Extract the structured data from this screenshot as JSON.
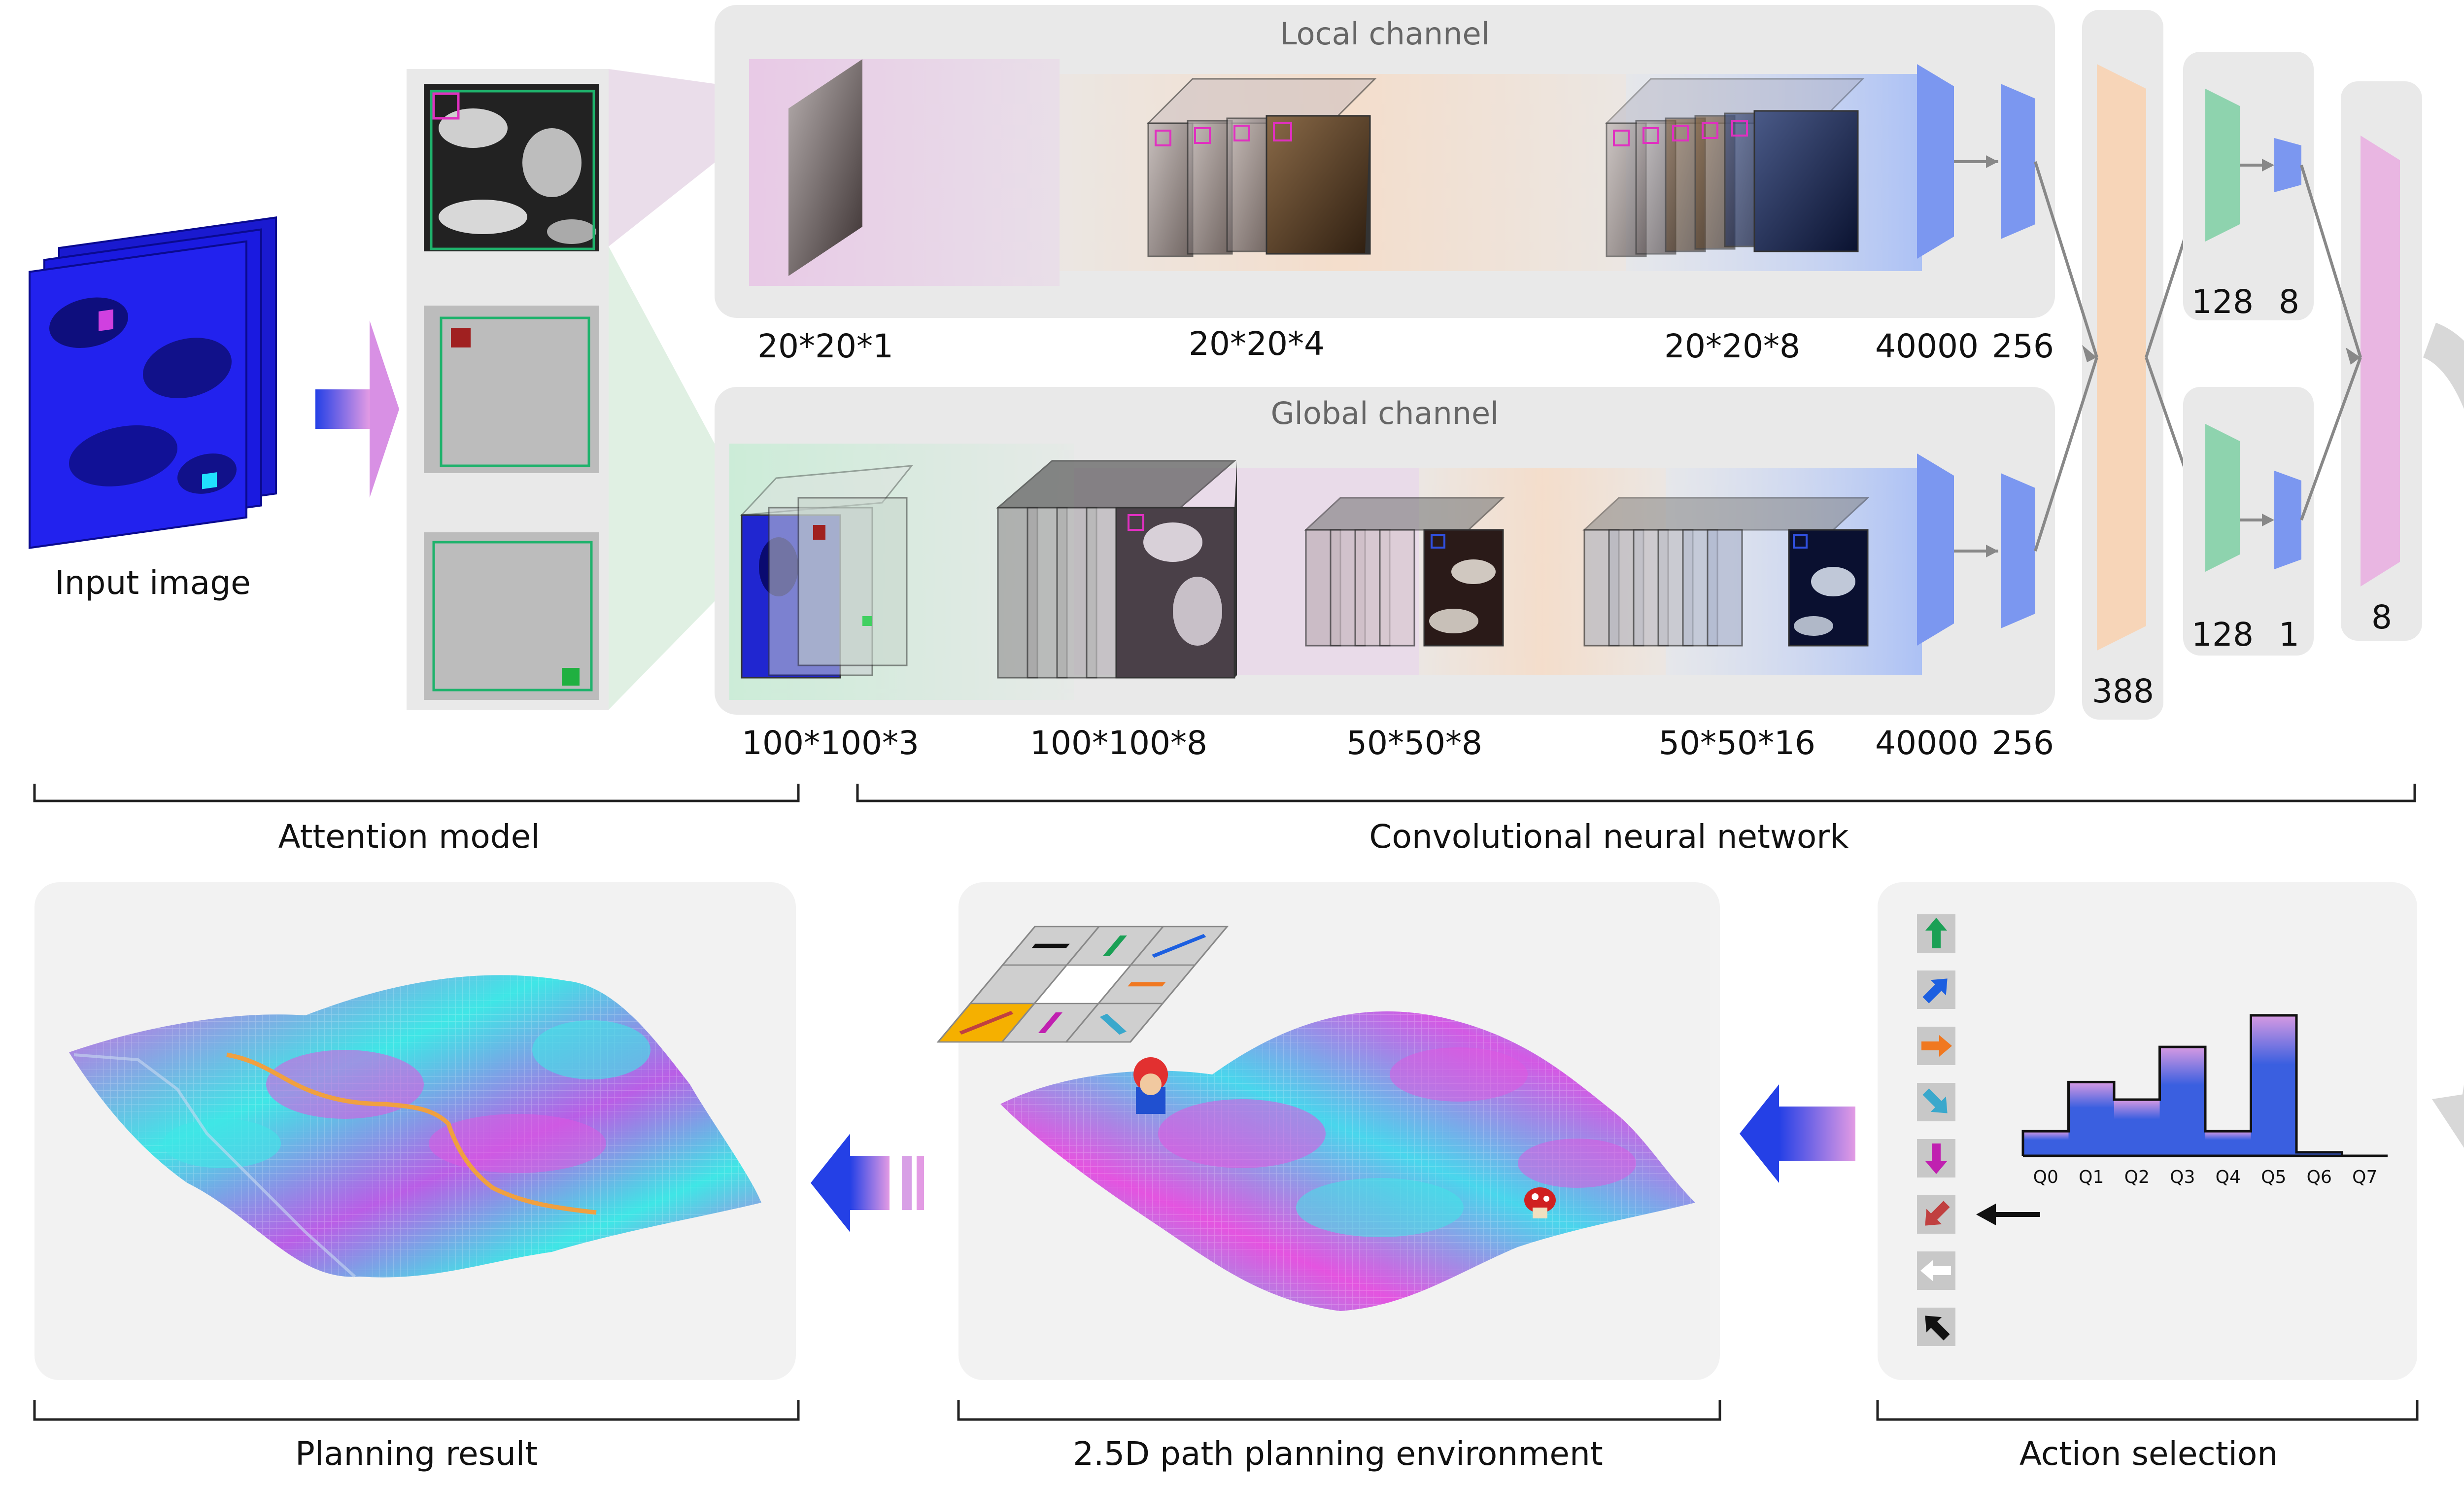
{
  "input": {
    "label": "Input image"
  },
  "channels": {
    "local": {
      "title": "Local channel",
      "dims": [
        "20*20*1",
        "20*20*4",
        "20*20*8",
        "40000",
        "256"
      ]
    },
    "global": {
      "title": "Global channel",
      "dims": [
        "100*100*3",
        "100*100*8",
        "50*50*8",
        "50*50*16",
        "40000",
        "256"
      ]
    }
  },
  "fc": {
    "merge": "388",
    "head_a": [
      "128",
      "8"
    ],
    "head_b": [
      "128",
      "1"
    ],
    "out": "8"
  },
  "sections": {
    "attention": "Attention model",
    "cnn": "Convolutional neural network",
    "planning_result": "Planning result",
    "environment": "2.5D path planning environment",
    "action_selection": "Action selection"
  },
  "action_selection": {
    "arrows": [
      {
        "icon": "arrow-up-icon",
        "color": "#1aa055"
      },
      {
        "icon": "arrow-up-right-icon",
        "color": "#1c5fe0"
      },
      {
        "icon": "arrow-right-icon",
        "color": "#f07820"
      },
      {
        "icon": "arrow-down-right-icon",
        "color": "#3aa8cc"
      },
      {
        "icon": "arrow-down-icon",
        "color": "#c020b0"
      },
      {
        "icon": "arrow-down-left-icon",
        "color": "#c04040"
      },
      {
        "icon": "arrow-left-icon",
        "color": "#ffffff"
      },
      {
        "icon": "arrow-up-left-icon",
        "color": "#111111"
      }
    ],
    "selected_index": 5
  },
  "chart_data": {
    "type": "bar",
    "categories": [
      "Q0",
      "Q1",
      "Q2",
      "Q3",
      "Q4",
      "Q5",
      "Q6",
      "Q7"
    ],
    "values": [
      0.35,
      1.05,
      0.8,
      1.55,
      0.35,
      2.0,
      0.05,
      0.0
    ]
  },
  "colors": {
    "panel": "#e9e9e9",
    "fc_blue": "#7b97f0",
    "fc_green": "#8ed3ae",
    "fc_orange": "#f7d5b8",
    "fc_pink": "#e9b6e2",
    "grid_green": "#1fb26c",
    "terrain_pink": "#e454e0",
    "terrain_cyan": "#3fe6e6",
    "path_orange": "#f0a040",
    "bar_blue": "#3a5fe0"
  }
}
